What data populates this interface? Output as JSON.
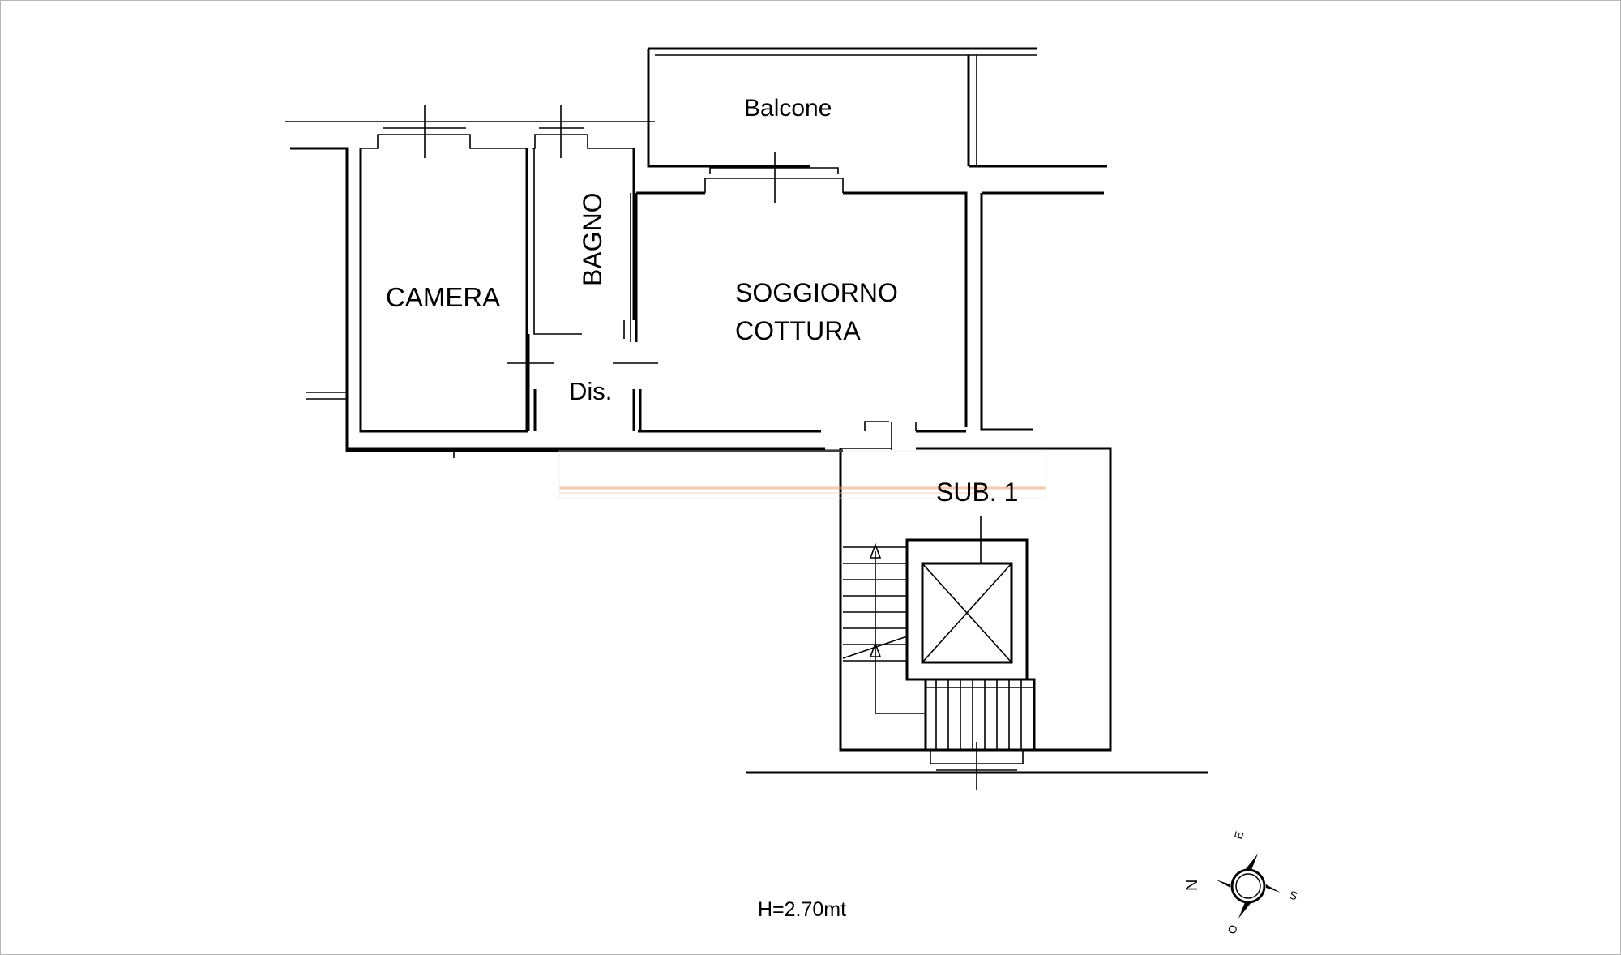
{
  "rooms": {
    "balcony": "Balcone",
    "bedroom": "CAMERA",
    "bathroom": "BAGNO",
    "living_line1": "SOGGIORNO",
    "living_line2": "COTTURA",
    "hallway": "Dis.",
    "sub_unit": "SUB. 1"
  },
  "height_note": "H=2.70mt",
  "compass": {
    "north": "N",
    "east": "E",
    "south": "S",
    "west": "O"
  },
  "colors": {
    "walls": "#000000",
    "watermark_stripe": "#f0a070"
  }
}
